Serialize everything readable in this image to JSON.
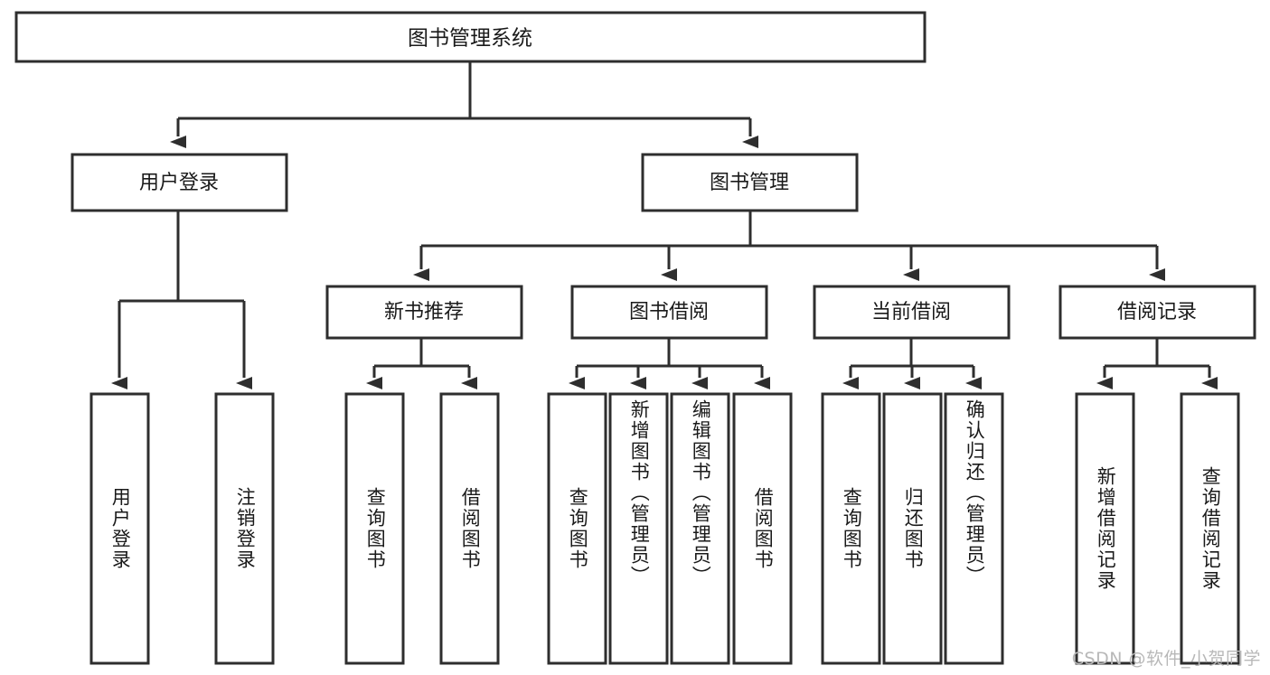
{
  "diagram": {
    "type": "tree",
    "title_node": "图书管理系统",
    "watermark": "CSDN @软件_小贺同学",
    "colors": {
      "box_stroke": "#2e2e2e",
      "box_fill": "#ffffff",
      "text": "#1a1a1a",
      "watermark": "#b8b8b8",
      "background": "#ffffff"
    },
    "level1": [
      {
        "id": "root",
        "label": "图书管理系统"
      }
    ],
    "level2": [
      {
        "id": "user-login",
        "label": "用户登录"
      },
      {
        "id": "book-manage",
        "label": "图书管理"
      }
    ],
    "level3": [
      {
        "id": "new-book-rec",
        "label": "新书推荐",
        "parent": "book-manage"
      },
      {
        "id": "book-borrow",
        "label": "图书借阅",
        "parent": "book-manage"
      },
      {
        "id": "current-borrow",
        "label": "当前借阅",
        "parent": "book-manage"
      },
      {
        "id": "borrow-record",
        "label": "借阅记录",
        "parent": "book-manage"
      }
    ],
    "leaves": {
      "user-login": [
        {
          "id": "leaf-user-login",
          "label": "用户登录"
        },
        {
          "id": "leaf-logout",
          "label": "注销登录"
        }
      ],
      "new-book-rec": [
        {
          "id": "leaf-query-book-1",
          "label": "查询图书"
        },
        {
          "id": "leaf-borrow-book-1",
          "label": "借阅图书"
        }
      ],
      "book-borrow": [
        {
          "id": "leaf-query-book-2",
          "label": "查询图书"
        },
        {
          "id": "leaf-add-book",
          "label": "新增图书（管理员）"
        },
        {
          "id": "leaf-edit-book",
          "label": "编辑图书（管理员）"
        },
        {
          "id": "leaf-borrow-book-2",
          "label": "借阅图书"
        }
      ],
      "current-borrow": [
        {
          "id": "leaf-query-book-3",
          "label": "查询图书"
        },
        {
          "id": "leaf-return-book",
          "label": "归还图书"
        },
        {
          "id": "leaf-confirm-return",
          "label": "确认归还（管理员）"
        }
      ],
      "borrow-record": [
        {
          "id": "leaf-add-record",
          "label": "新增借阅记录"
        },
        {
          "id": "leaf-query-record",
          "label": "查询借阅记录"
        }
      ]
    }
  }
}
